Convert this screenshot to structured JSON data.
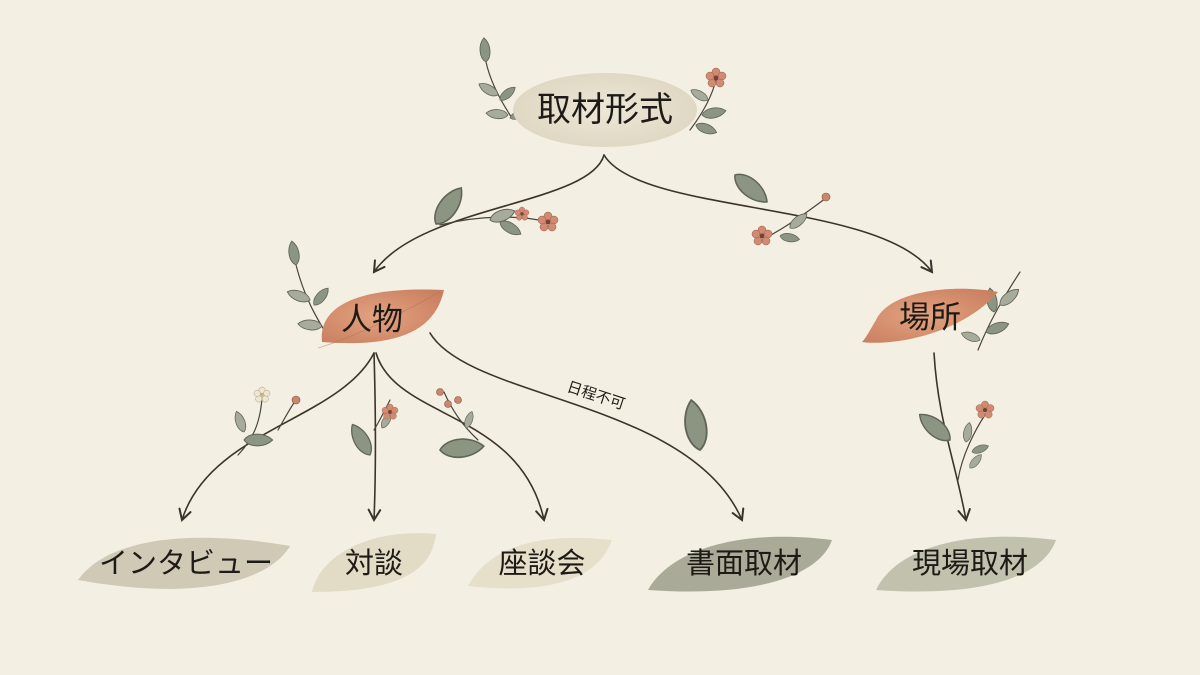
{
  "diagram": {
    "root": {
      "label": "取材形式"
    },
    "branches": [
      {
        "label": "人物"
      },
      {
        "label": "場所"
      }
    ],
    "leaves": [
      {
        "label": "インタビュー"
      },
      {
        "label": "対談"
      },
      {
        "label": "座談会"
      },
      {
        "label": "書面取材"
      },
      {
        "label": "現場取材"
      }
    ],
    "edge_labels": [
      {
        "label": "日程不可"
      }
    ]
  },
  "colors": {
    "background": "#f3efe3",
    "root_fill": "#e6dfcc",
    "branch_fill": "#d9936f",
    "leaf_light": "#e6dfca",
    "leaf_mid": "#cfc9b6",
    "leaf_dark": "#a9aa98",
    "foliage": "#8c9482",
    "accent": "#d08b72"
  }
}
